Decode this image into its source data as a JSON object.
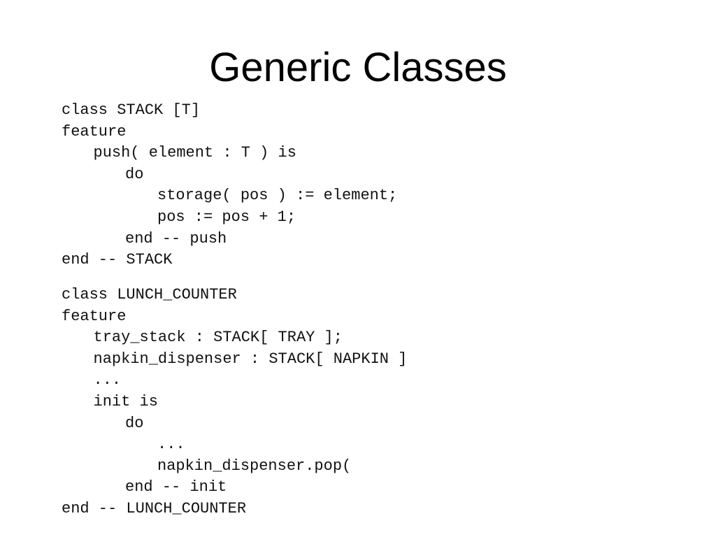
{
  "slide": {
    "title": "Generic Classes"
  },
  "code_blocks": [
    {
      "lines": [
        {
          "indent": 0,
          "text": "class STACK [T]"
        },
        {
          "indent": 0,
          "text": "feature"
        },
        {
          "indent": 1,
          "text": "push( element : T ) is"
        },
        {
          "indent": 2,
          "text": "do"
        },
        {
          "indent": 3,
          "text": "storage( pos ) := element;"
        },
        {
          "indent": 3,
          "text": "pos := pos + 1;"
        },
        {
          "indent": 2,
          "text": "end -- push"
        },
        {
          "indent": 0,
          "text": "end -- STACK"
        }
      ]
    },
    {
      "lines": [
        {
          "indent": 0,
          "text": "class LUNCH_COUNTER"
        },
        {
          "indent": 0,
          "text": "feature"
        },
        {
          "indent": 1,
          "text": "tray_stack : STACK[ TRAY ];"
        },
        {
          "indent": 1,
          "text": "napkin_dispenser : STACK[ NAPKIN ]"
        },
        {
          "indent": 1,
          "text": "..."
        },
        {
          "indent": 1,
          "text": "init is"
        },
        {
          "indent": 2,
          "text": "do"
        },
        {
          "indent": 3,
          "text": "..."
        },
        {
          "indent": 3,
          "text": "napkin_dispenser.pop("
        },
        {
          "indent": 2,
          "text": "end -- init"
        },
        {
          "indent": 0,
          "text": "end -- LUNCH_COUNTER"
        }
      ]
    }
  ]
}
